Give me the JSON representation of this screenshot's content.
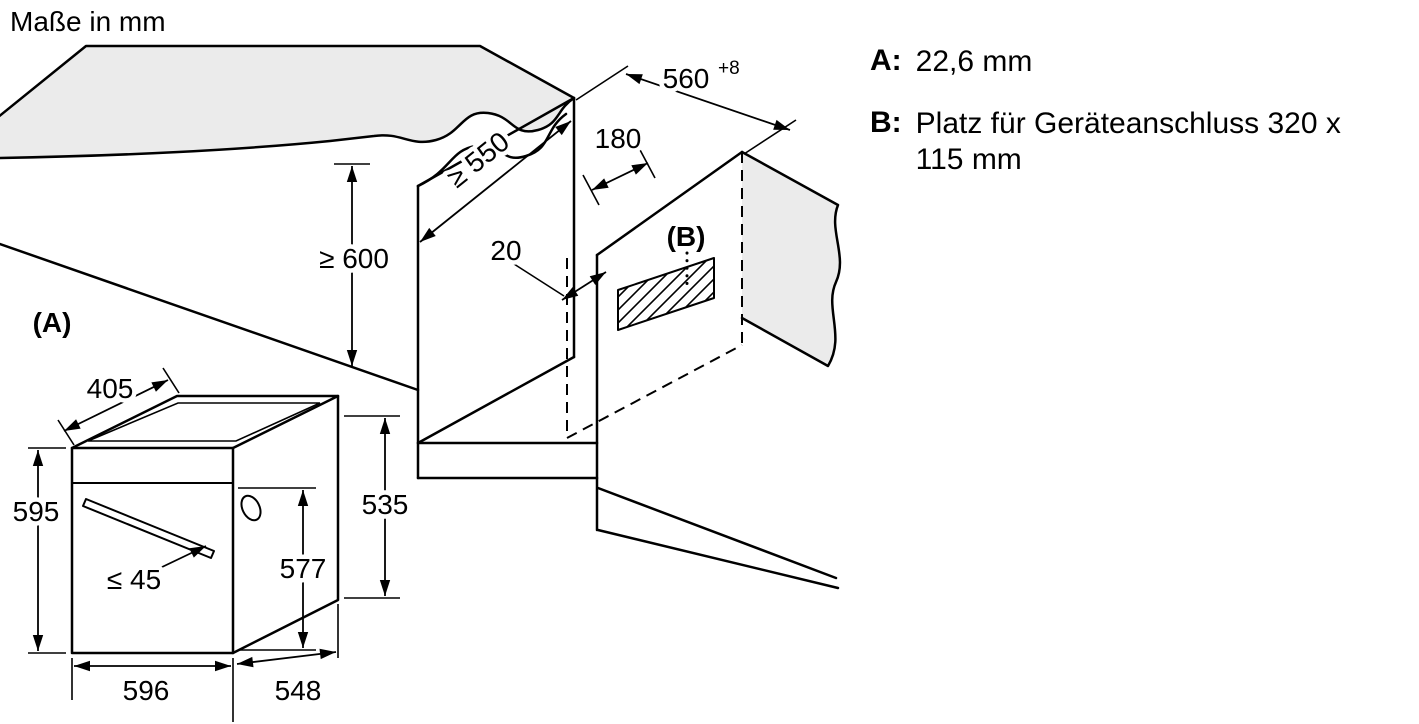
{
  "title": "Maße in mm",
  "legend": {
    "a_key": "A:",
    "a_text": "22,6 mm",
    "b_key": "B:",
    "b_line1": "Platz für Geräteanschluss 320 x",
    "b_line2": "115 mm"
  },
  "dims": {
    "niche_width": "560",
    "niche_width_tol": "+8",
    "connection_offset": "180",
    "niche_depth_min": "≥ 550",
    "niche_height_min": "≥ 600",
    "rear_gap": "20",
    "label_b": "(B)",
    "label_a": "(A)",
    "top_recess_depth": "405",
    "appliance_height": "595",
    "handle_clearance": "≤ 45",
    "front_height": "577",
    "body_height": "535",
    "appliance_width": "596",
    "appliance_depth": "548"
  }
}
